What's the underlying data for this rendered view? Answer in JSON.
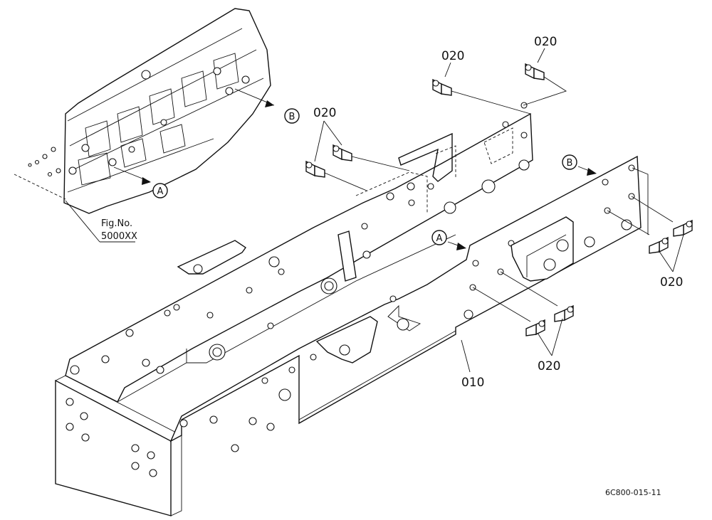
{
  "callouts": {
    "frame_part": "010",
    "bolt_part": "020",
    "view_a": "A",
    "view_b": "B",
    "figure_ref_line1": "Fig.No.",
    "figure_ref_line2": "5000XX"
  },
  "drawing_code": "6C800-015-11",
  "colors": {
    "line": "#111111",
    "background": "#ffffff"
  }
}
